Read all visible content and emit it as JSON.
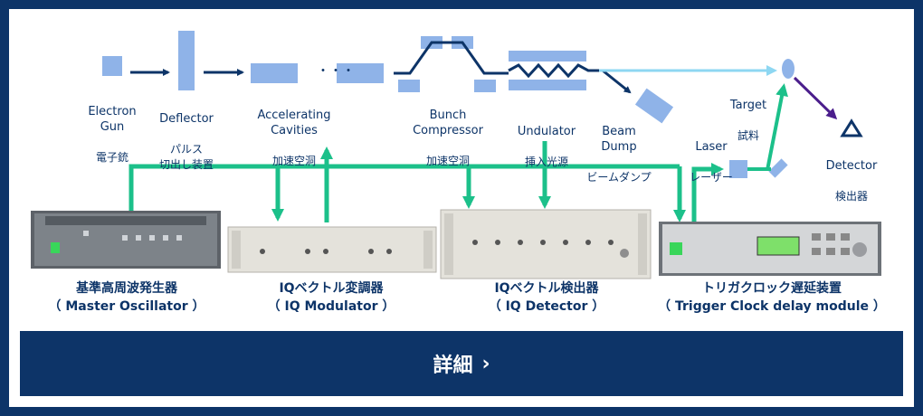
{
  "beamline": {
    "electron_gun": {
      "en": "Electron\nGun",
      "jp": "電子銃"
    },
    "deflector": {
      "en": "Deflector",
      "jp": "パルス\n切出し装置"
    },
    "accelerating": {
      "en": "Accelerating\nCavities",
      "jp": "加速空洞"
    },
    "bunch": {
      "en": "Bunch\nCompressor",
      "jp": "加速空洞"
    },
    "undulator": {
      "en": "Undulator",
      "jp": "挿入光源"
    },
    "beam_dump": {
      "en": "Beam\nDump",
      "jp": "ビームダンプ"
    },
    "target": {
      "en": "Target",
      "jp": "試料"
    },
    "laser": {
      "en": "Laser",
      "jp": "レーザー"
    },
    "detector": {
      "en": "Detector",
      "jp": "検出器"
    },
    "ellipsis": "・・・"
  },
  "devices": [
    {
      "jp": "基準高周波発生器",
      "en": "（ Master Oscillator ）"
    },
    {
      "jp": "IQベクトル変調器",
      "en": "（ IQ Modulator ）"
    },
    {
      "jp": "IQベクトル検出器",
      "en": "（ IQ Detector ）"
    },
    {
      "jp": "トリガクロック遅延装置",
      "en": "（ Trigger Clock delay module ）"
    }
  ],
  "colors": {
    "navy": "#0d3468",
    "block": "#8fb3e8",
    "green": "#1cc08a",
    "laser_beam": "#8ed7f2",
    "detector_arrow": "#4b1e8c"
  },
  "button": {
    "label": "詳細",
    "chevron_icon": "chevron-right-icon"
  }
}
